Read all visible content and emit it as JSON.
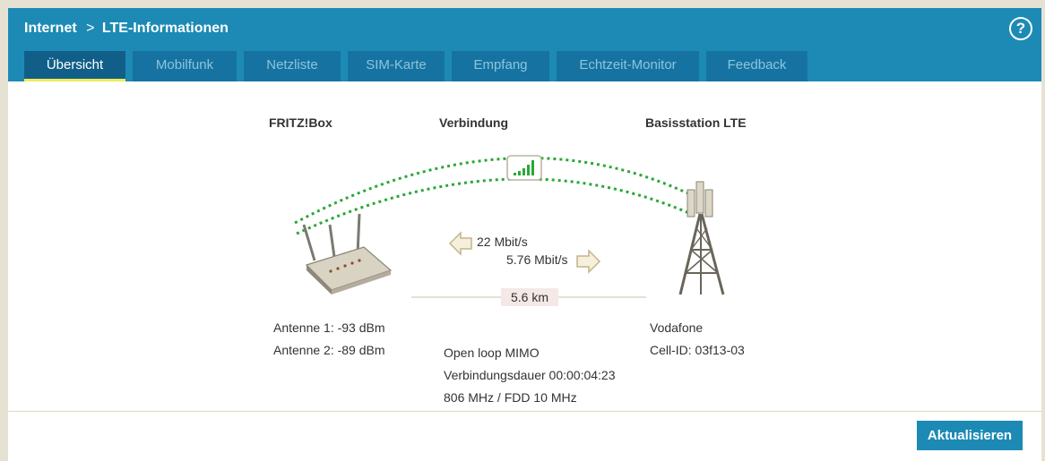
{
  "breadcrumb": {
    "section": "Internet",
    "separator": ">",
    "page": "LTE-Informationen"
  },
  "help_icon": "?",
  "tabs": [
    {
      "label": "Übersicht",
      "active": true
    },
    {
      "label": "Mobilfunk",
      "active": false
    },
    {
      "label": "Netzliste",
      "active": false
    },
    {
      "label": "SIM-Karte",
      "active": false
    },
    {
      "label": "Empfang",
      "active": false
    },
    {
      "label": "Echtzeit-Monitor",
      "active": false
    },
    {
      "label": "Feedback",
      "active": false
    }
  ],
  "overview": {
    "col_device": "FRITZ!Box",
    "col_connection": "Verbindung",
    "col_base": "Basisstation LTE",
    "downstream": "22 Mbit/s",
    "upstream": "5.76 Mbit/s",
    "distance": "5.6 km",
    "antenna1": "Antenne 1: -93 dBm",
    "antenna2": "Antenne 2: -89 dBm",
    "mode": "Open loop MIMO",
    "duration": "Verbindungsdauer 00:00:04:23",
    "band": "806 MHz / FDD 10 MHz",
    "provider": "Vodafone",
    "cell_id": "Cell-ID: 03f13-03",
    "signal_level": 5,
    "signal_max": 5
  },
  "footer": {
    "refresh_label": "Aktualisieren"
  },
  "colors": {
    "header_bg": "#1c8ab4",
    "tab_bg": "#1673a1",
    "tab_active_bg": "#115f88",
    "tab_active_underline": "#f0ec5a",
    "signal_line": "#2aa836",
    "button_bg": "#1c8ab4"
  }
}
